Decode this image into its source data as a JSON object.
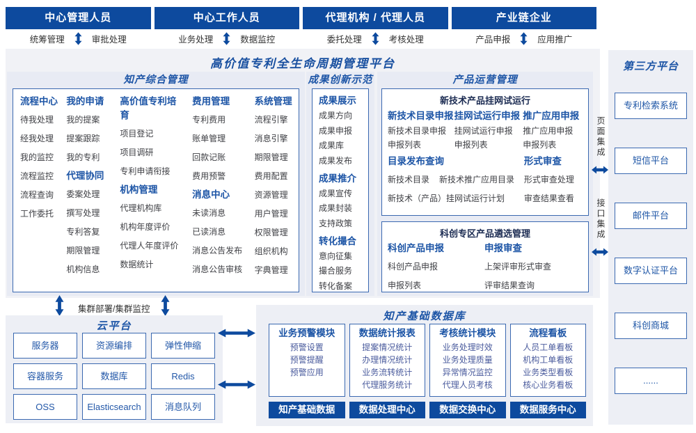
{
  "colors": {
    "primary": "#0d4a9e",
    "accent": "#1d55a6",
    "panel": "#edeff5",
    "border": "#3a68b0"
  },
  "actors": [
    {
      "label": "中心管理人员",
      "left": "统筹管理",
      "right": "审批处理"
    },
    {
      "label": "中心工作人员",
      "left": "业务处理",
      "right": "数据监控"
    },
    {
      "label": "代理机构 / 代理人员",
      "left": "委托处理",
      "right": "考核处理"
    },
    {
      "label": "产业链企业",
      "left": "产品申报",
      "right": "应用推广"
    }
  ],
  "platform": {
    "title": "高价值专利全生命周期管理平台"
  },
  "ip": {
    "title": "知产综合管理",
    "blocks": {
      "c1b1": {
        "h": "流程中心",
        "items": [
          "待我处理",
          "经我处理",
          "我的监控",
          "流程监控",
          "流程查询",
          "工作委托"
        ]
      },
      "c2b1": {
        "h": "我的申请",
        "items": [
          "我的提案",
          "提案跟踪",
          "我的专利"
        ]
      },
      "c2b2": {
        "h": "代理协同",
        "items": [
          "委案处理",
          "撰写处理",
          "专利答复",
          "期限管理",
          "机构信息"
        ]
      },
      "c3b1": {
        "h": "高价值专利培育",
        "items": [
          "项目登记",
          "项目调研",
          "专利申请衔接"
        ]
      },
      "c3b2": {
        "h": "机构管理",
        "items": [
          "代理机构库",
          "机构年度评价",
          "代理人年度评价",
          "数据统计"
        ]
      },
      "c4b1": {
        "h": "费用管理",
        "items": [
          "专利费用",
          "账单管理",
          "回款记账",
          "费用预警"
        ]
      },
      "c4b2": {
        "h": "消息中心",
        "items": [
          "未读消息",
          "已读消息",
          "消息公告发布",
          "消息公告审核"
        ]
      },
      "c5b1": {
        "h": "系统管理",
        "items": [
          "流程引擎",
          "消息引擎",
          "期限管理",
          "费用配置",
          "资源管理",
          "用户管理",
          "权限管理",
          "组织机构",
          "字典管理"
        ]
      }
    }
  },
  "achievements": {
    "title": "成果创新示范",
    "blocks": {
      "b1": {
        "h": "成果展示",
        "items": [
          "成果方向",
          "成果申报",
          "成果库",
          "成果发布"
        ]
      },
      "b2": {
        "h": "成果推介",
        "items": [
          "成果宣传",
          "成果封装",
          "支持政策"
        ]
      },
      "b3": {
        "h": "转化撮合",
        "items": [
          "意向征集",
          "撮合服务",
          "转化备案"
        ]
      }
    }
  },
  "product": {
    "title": "产品运营管理",
    "boxA": {
      "title": "新技术产品挂网试运行",
      "col1": {
        "h": "新技术目录申报",
        "items": [
          "新技术目录申报",
          "申报列表"
        ]
      },
      "col2": {
        "h": "挂网试运行申报",
        "items": [
          "挂网试运行申报",
          "申报列表"
        ]
      },
      "col3": {
        "h": "推广应用申报",
        "items": [
          "推广应用申报",
          "申报列表"
        ]
      },
      "catalog": {
        "h": "目录发布查询",
        "items": [
          "新技术目录",
          "新技术推广应用目录",
          "新技术（产品）挂网试运行计划"
        ]
      },
      "review": {
        "h": "形式审查",
        "items": [
          "形式审查处理",
          "审查结果查看"
        ]
      }
    },
    "boxB": {
      "title": "科创专区产品遴选管理",
      "col1": {
        "h": "科创产品申报",
        "items": [
          "科创产品申报",
          "申报列表"
        ]
      },
      "col2": {
        "h": "申报审查",
        "items": [
          "上架评审形式审查",
          "评审结果查询"
        ]
      }
    }
  },
  "thirdparty": {
    "title": "第三方平台",
    "boxes": [
      "专利检索系统",
      "短信平台",
      "邮件平台",
      "数字认证平台",
      "科创商城",
      "......"
    ]
  },
  "integration": {
    "page": "页面集成",
    "api": "接口集成"
  },
  "cluster": {
    "label": "集群部署/集群监控"
  },
  "cloud": {
    "title": "云平台",
    "services": [
      "服务器",
      "资源编排",
      "弹性伸缩",
      "容器服务",
      "数据库",
      "Redis",
      "OSS",
      "Elasticsearch",
      "消息队列"
    ]
  },
  "db": {
    "title": "知产基础数据库",
    "cols": [
      {
        "h": "业务预警模块",
        "items": [
          "预警设置",
          "预警提醒",
          "预警应用"
        ]
      },
      {
        "h": "数据统计报表",
        "items": [
          "提案情况统计",
          "办理情况统计",
          "业务流转统计",
          "代理服务统计"
        ]
      },
      {
        "h": "考核统计模块",
        "items": [
          "业务处理时效",
          "业务处理质量",
          "异常情况监控",
          "代理人员考核"
        ]
      },
      {
        "h": "流程看板",
        "items": [
          "人员工单看板",
          "机构工单看板",
          "业务类型看板",
          "核心业务看板"
        ]
      }
    ],
    "bars": [
      "知产基础数据",
      "数据处理中心",
      "数据交换中心",
      "数据服务中心"
    ]
  }
}
